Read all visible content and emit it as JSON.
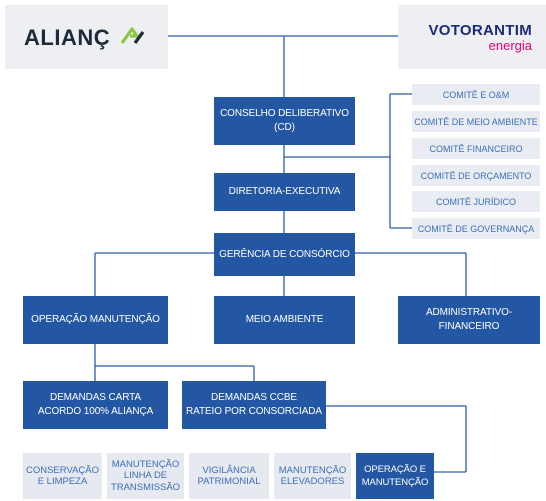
{
  "logos": {
    "alianca": "ALIANÇA",
    "votorantim_top": "VOTORANTIM",
    "votorantim_bottom": "energia"
  },
  "hierarchy": {
    "conselho_line1": "CONSELHO DELIBERATIVO",
    "conselho_line2": "(CD)",
    "diretoria": "DIRETORIA-EXECUTIVA",
    "gerencia": "GERÊNCIA DE CONSÓRCIO"
  },
  "committees": [
    "COMITÊ E O&M",
    "COMITÊ DE MEIO AMBIENTE",
    "COMITÊ FINANCEIRO",
    "COMITÊ DE ORÇAMENTO",
    "COMITÊ JURÍDICO",
    "COMITÊ DE GOVERNANÇA"
  ],
  "departments": {
    "operacao": "OPERAÇÃO MANUTENÇÃO",
    "meio_ambiente": "MEIO AMBIENTE",
    "administrativo": "ADMINISTRATIVO-FINANCEIRO"
  },
  "demands": {
    "carta_line1": "DEMANDAS CARTA",
    "carta_line2": "ACORDO 100% ALIANÇA",
    "ccbe_line1": "DEMANDAS CCBE",
    "ccbe_line2": "RATEIO POR CONSORCIADA"
  },
  "services": [
    {
      "line1": "CONSERVAÇÃO",
      "line2": "E LIMPEZA",
      "line3": ""
    },
    {
      "line1": "MANUTENÇÃO",
      "line2": "LINHA DE",
      "line3": "TRANSMISSÃO"
    },
    {
      "line1": "VIGILÂNCIA",
      "line2": "PATRIMONIAL",
      "line3": ""
    },
    {
      "line1": "MANUTENÇÃO",
      "line2": "ELEVADORES",
      "line3": ""
    }
  ],
  "service_highlight": {
    "line1": "OPERAÇÃO E",
    "line2": "MANUTENÇÃO"
  },
  "colors": {
    "box_dark": "#2357a4",
    "box_light": "#e6e9ef",
    "line": "#2a5cab",
    "alianca_green": "#8cc63f",
    "votorantim_navy": "#1c2a7a",
    "votorantim_pink": "#e6007e"
  }
}
